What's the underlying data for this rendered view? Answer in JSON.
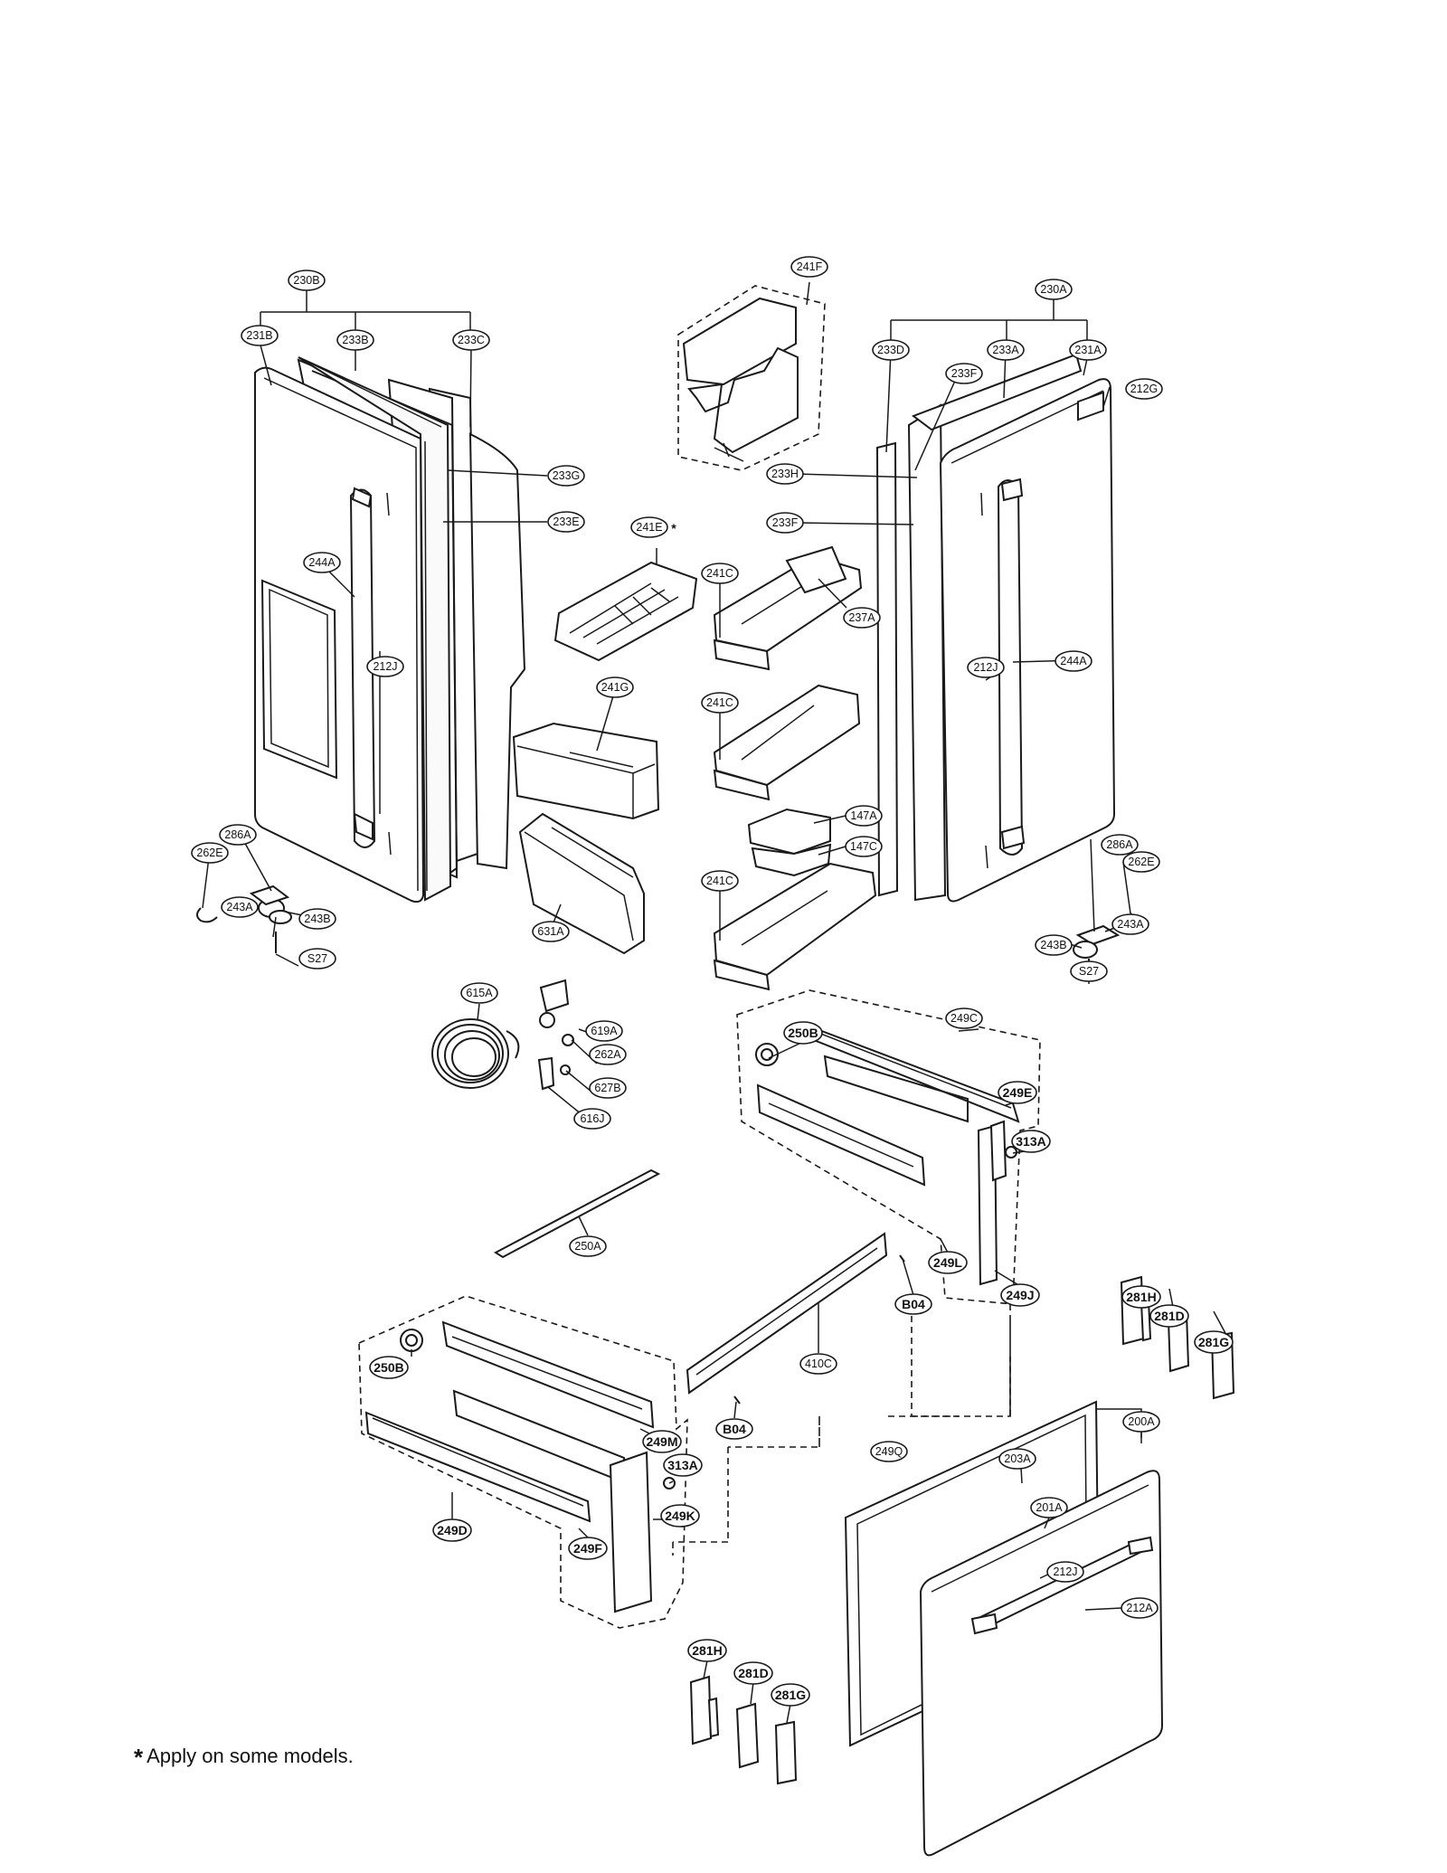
{
  "footnote": {
    "star": "*",
    "text": "Apply on some models."
  },
  "callouts": {
    "c230B": "230B",
    "c231B": "231B",
    "c233B": "233B",
    "c233C": "233C",
    "c233G": "233G",
    "c233E": "233E",
    "c244A_l": "244A",
    "c212J_l": "212J",
    "c286A_l": "286A",
    "c262E_l": "262E",
    "c243A_l": "243A",
    "c243B_l": "243B",
    "c27_l": "S27",
    "c241F": "241F",
    "c241E": "241E",
    "c241E_star": "*",
    "c241G": "241G",
    "c631A": "631A",
    "c241C_1": "241C",
    "c237A": "237A",
    "c241C_2": "241C",
    "c147A": "147A",
    "c147C": "147C",
    "c241C_3": "241C",
    "c233H": "233H",
    "c233F_a": "233F",
    "c230A": "230A",
    "c233D": "233D",
    "c233A": "233A",
    "c231A": "231A",
    "c233F_b": "233F",
    "c212G": "212G",
    "c212J_r": "212J",
    "c244A_r": "244A",
    "c286A_r": "286A",
    "c262E_r": "262E",
    "c243A_r": "243A",
    "c243B_r": "243B",
    "c27_r": "S27",
    "c615A": "615A",
    "c619A": "619A",
    "c262A": "262A",
    "c627B": "627B",
    "c616J": "616J",
    "c250B_t": "250B",
    "c249C": "249C",
    "c249E": "249E",
    "c313A_t": "313A",
    "c249L": "249L",
    "c249J": "249J",
    "c250A": "250A",
    "cB04_t": "B04",
    "c410C": "410C",
    "cB04_b": "B04",
    "c249Q": "249Q",
    "c250B_b": "250B",
    "c249M": "249M",
    "c313A_b": "313A",
    "c249K": "249K",
    "c249F": "249F",
    "c249D": "249D",
    "c281H_t": "281H",
    "c281D_t": "281D",
    "c281G_t": "281G",
    "c200A": "200A",
    "c203A": "203A",
    "c201A": "201A",
    "c212J_d": "212J",
    "c212A": "212A",
    "c281H_b": "281H",
    "c281D_b": "281D",
    "c281G_b": "281G"
  }
}
